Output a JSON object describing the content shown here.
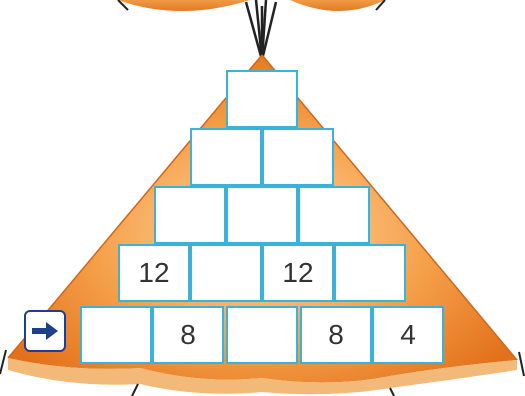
{
  "puzzle": {
    "rows": [
      [
        ""
      ],
      [
        "",
        ""
      ],
      [
        "",
        "",
        ""
      ],
      [
        "12",
        "",
        "12",
        ""
      ],
      [
        "",
        "8",
        "",
        "8",
        "4"
      ]
    ]
  },
  "controls": {
    "next_icon": "right-arrow-icon",
    "accent_color": "#1f3f8c"
  },
  "colors": {
    "tent": "#f08a2c",
    "cell_border": "#3ab3dc"
  }
}
